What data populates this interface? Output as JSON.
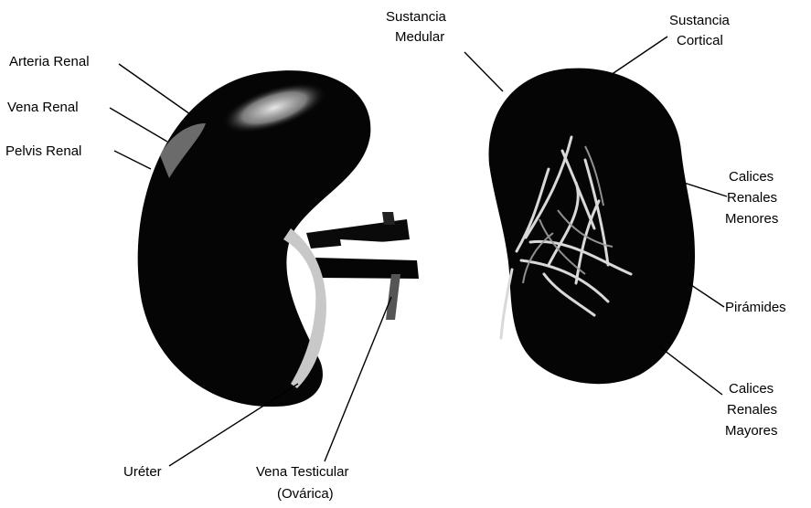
{
  "labels": {
    "arteria_renal": "Arteria Renal",
    "vena_renal": "Vena Renal",
    "pelvis_renal": "Pelvis Renal",
    "ureter": "Uréter",
    "vena_testicular_1": "Vena Testicular",
    "vena_testicular_2": "(Ovárica)",
    "sustancia_medular_1": "Sustancia",
    "sustancia_medular_2": "Medular",
    "sustancia_cortical_1": "Sustancia",
    "sustancia_cortical_2": "Cortical",
    "calices_menores_1": "Calices",
    "calices_menores_2": "Renales",
    "calices_menores_3": "Menores",
    "piramides": "Pirámides",
    "calices_mayores_1": "Calices",
    "calices_mayores_2": "Renales",
    "calices_mayores_3": "Mayores"
  },
  "colors": {
    "kidney": "#050505",
    "highlight": "#bfbfbf",
    "background": "#ffffff"
  }
}
